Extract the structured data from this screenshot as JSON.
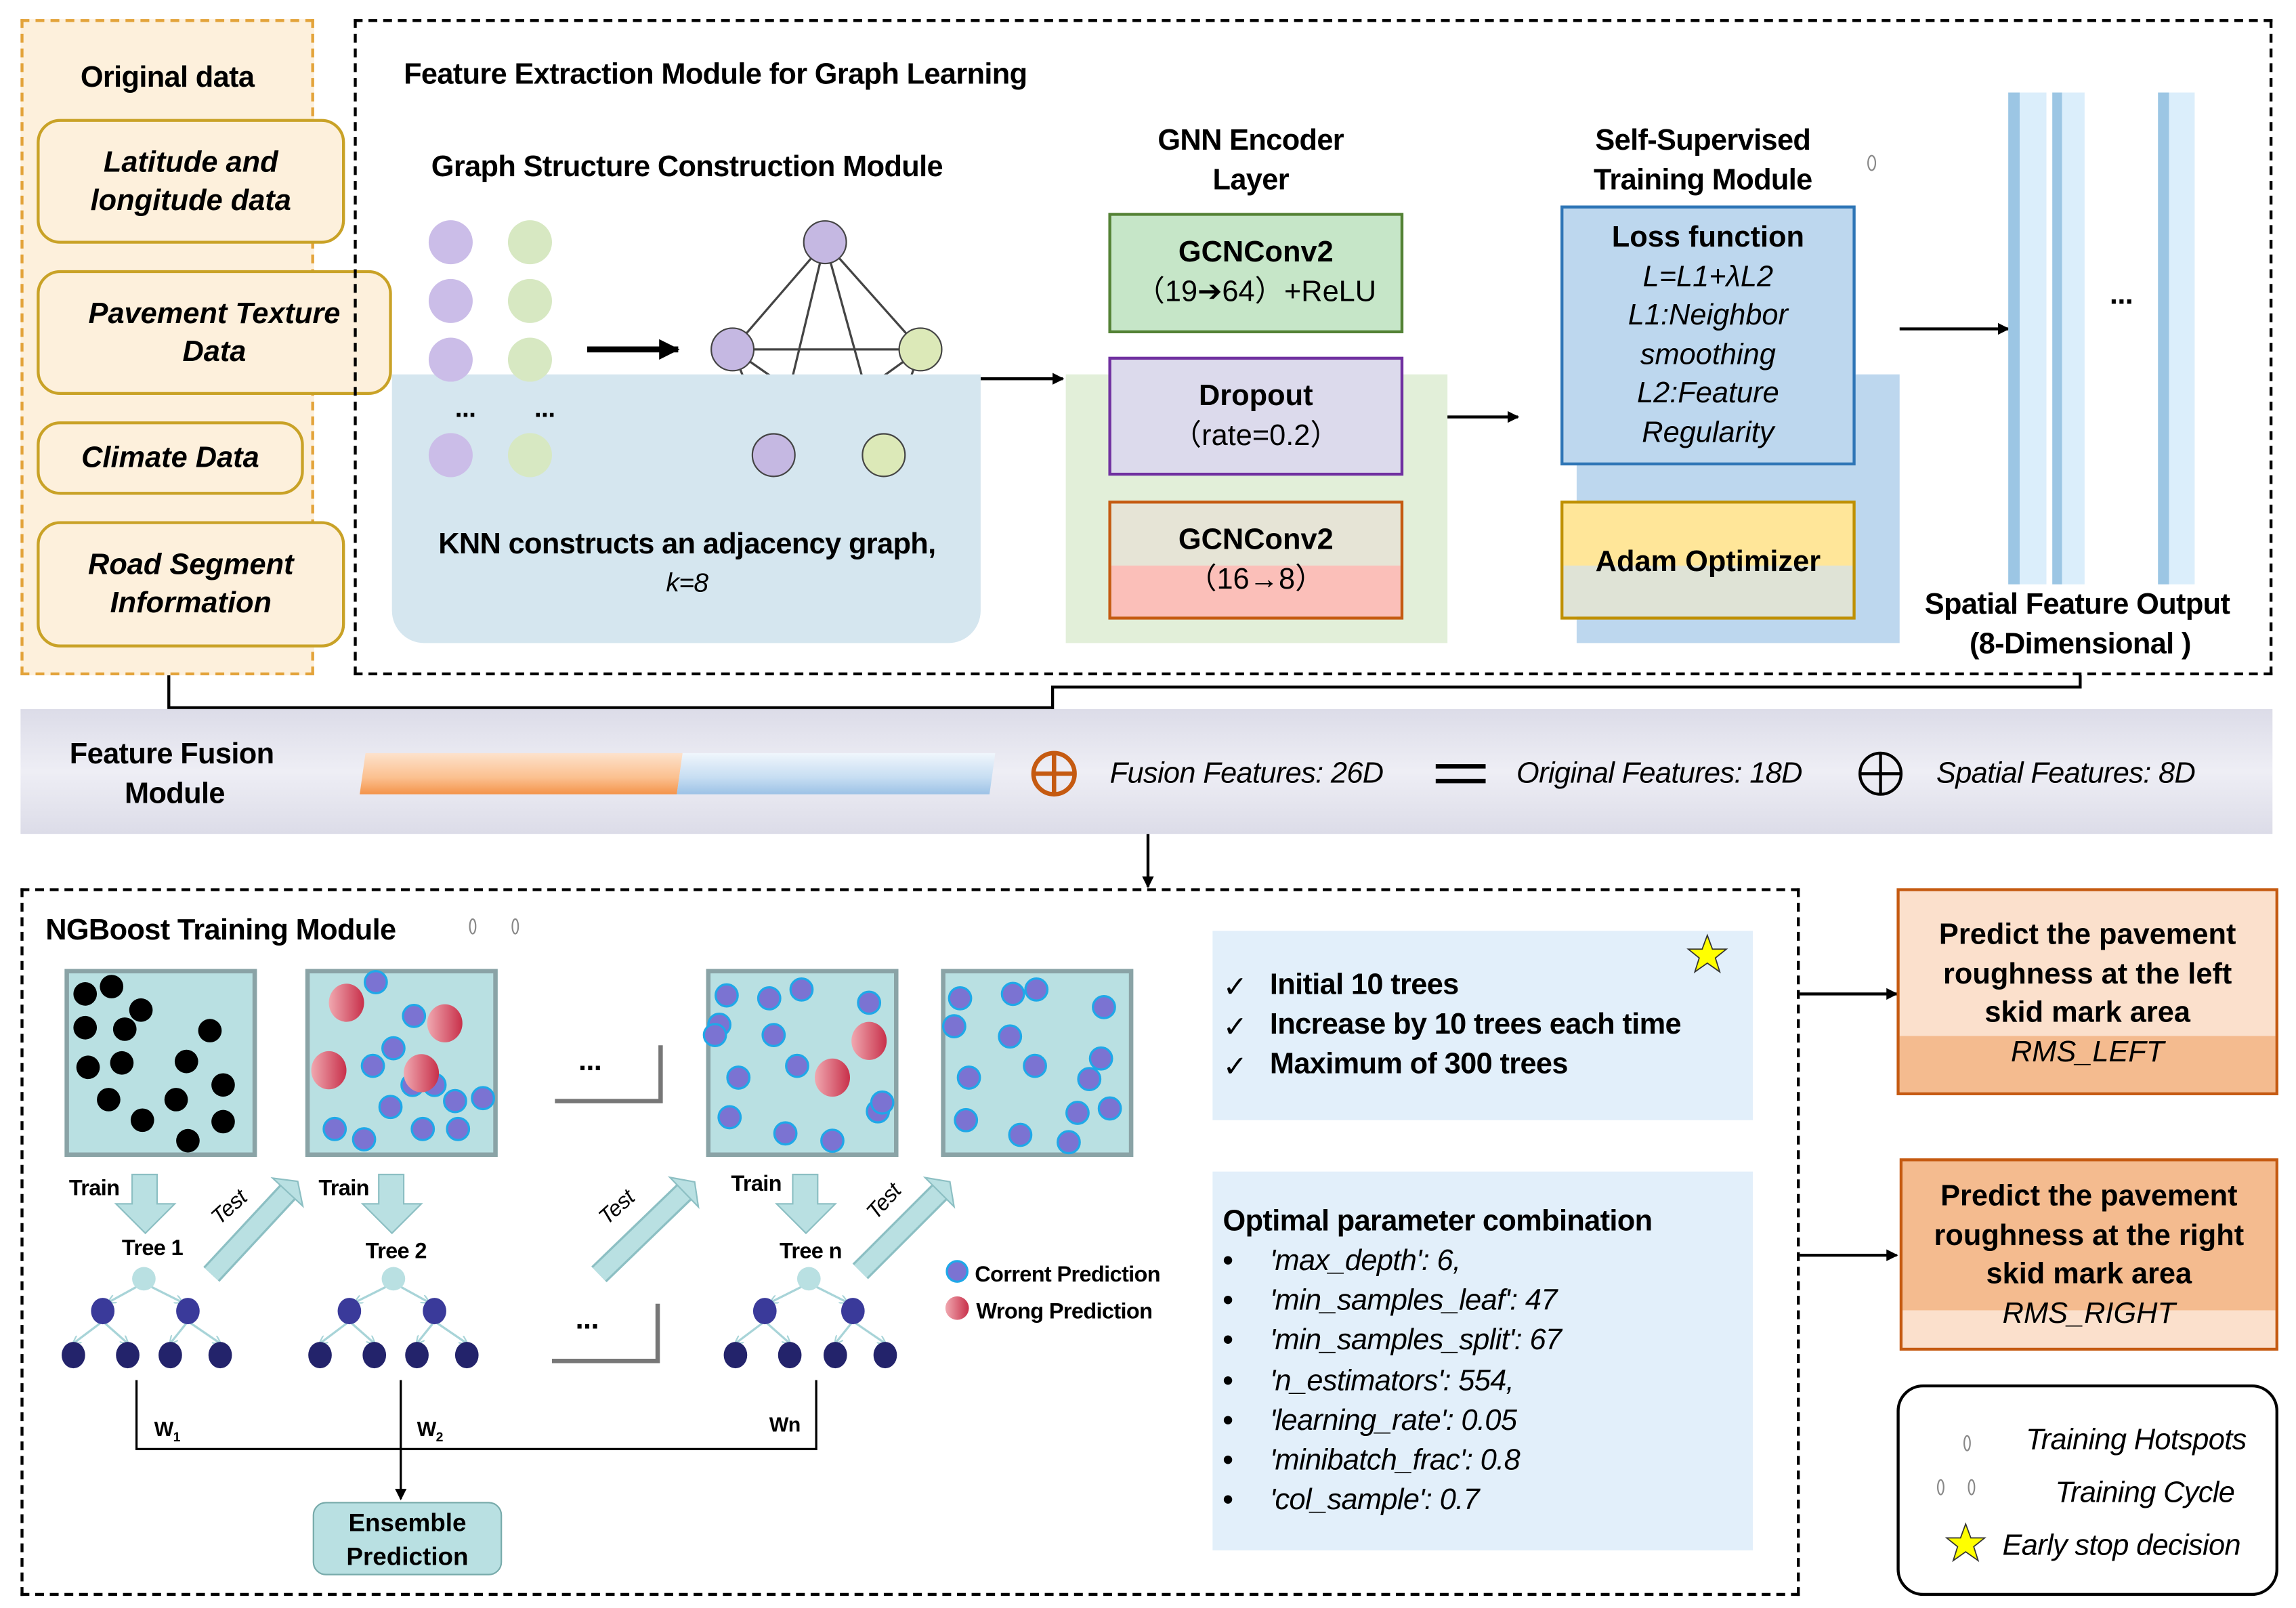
{
  "original_data": {
    "title": "Original data",
    "items": [
      "Latitude and longitude data",
      "Pavement Texture Data",
      "Climate Data",
      "Road Segment Information"
    ]
  },
  "feature_extraction": {
    "title": "Feature Extraction Module for Graph Learning",
    "graph_construction": {
      "title": "Graph Structure Construction Module",
      "ellipsis_left": "...",
      "ellipsis_right": "...",
      "caption": "KNN constructs an adjacency graph,",
      "k_value": "k=8"
    },
    "gnn_encoder": {
      "title_line1": "GNN Encoder",
      "title_line2": "Layer",
      "layer1_name": "GCNConv2",
      "layer1_detail": "（19➔64）+ReLU",
      "dropout_name": "Dropout",
      "dropout_detail": "（rate=0.2）",
      "layer2_name": "GCNConv2",
      "layer2_detail": "（16→8）"
    },
    "self_supervised": {
      "title_line1": "Self-Supervised",
      "title_line2": "Training Module",
      "loss_title": "Loss function",
      "loss_formula": "L=L1+λL2",
      "loss_l1_a": "L1:Neighbor",
      "loss_l1_b": "smoothing",
      "loss_l2_a": "L2:Feature",
      "loss_l2_b": "Regularity",
      "optimizer": "Adam Optimizer"
    },
    "output": {
      "ellipsis": "...",
      "label_line1": "Spatial Feature Output",
      "label_line2": "(8-Dimensional )"
    }
  },
  "fusion": {
    "title_line1": "Feature Fusion",
    "title_line2": "Module",
    "fusion_features": "Fusion Features: 26D",
    "original_features": "Original Features: 18D",
    "spatial_features": "Spatial Features: 8D",
    "colors": {
      "original": "#f4a460",
      "spatial": "#a9cdec",
      "plus": "#c55a11"
    }
  },
  "ngboost": {
    "title": "NGBoost Training Module",
    "train_label": "Train",
    "test_label": "Test",
    "trees": [
      "Tree 1",
      "Tree 2",
      "Tree n"
    ],
    "ellipsis": "...",
    "weights": {
      "w1": "W",
      "w1_sub": "1",
      "w2": "W",
      "w2_sub": "2",
      "wn": "Wn"
    },
    "ensemble": {
      "line1": "Ensemble",
      "line2": "Prediction"
    },
    "legend": {
      "correct": "Corrent Prediction",
      "wrong": "Wrong Prediction"
    },
    "colors": {
      "correct": "#7b73d2",
      "wrong": "#d9566b",
      "panel": "#b9e0e2",
      "tree_root": "#b9e0e2",
      "tree_mid": "#3a3a9a",
      "tree_leaf": "#23236b"
    }
  },
  "training_rules": {
    "check_mark": "✓",
    "items": [
      "Initial 10 trees",
      "Increase by 10 trees each time",
      "Maximum of 300 trees"
    ]
  },
  "parameters": {
    "title": "Optimal parameter combination",
    "bullet": "•",
    "items": [
      "'max_depth': 6,",
      "'min_samples_leaf': 47",
      "'min_samples_split': 67",
      "'n_estimators': 554,",
      "'learning_rate': 0.05",
      "'minibatch_frac': 0.8",
      "'col_sample': 0.7"
    ]
  },
  "outputs": {
    "left": {
      "line1": "Predict the pavement",
      "line2": "roughness at the left",
      "line3": "skid mark area",
      "target": "RMS_LEFT"
    },
    "right": {
      "line1": "Predict the pavement",
      "line2": "roughness at the right",
      "line3": "skid mark area",
      "target": "RMS_RIGHT"
    }
  },
  "legend": {
    "hotspots": "Training Hotspots",
    "cycle": "Training Cycle",
    "early_stop": "Early stop decision"
  }
}
